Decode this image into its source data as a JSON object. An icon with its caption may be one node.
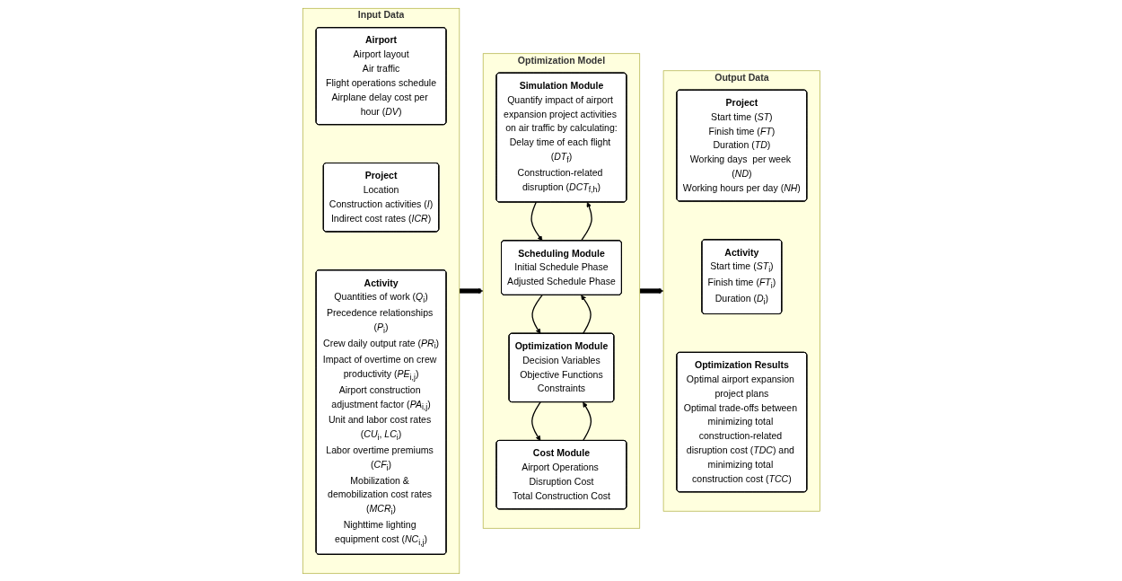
{
  "diagram": {
    "nodes": [
      {
        "text": [
          "Input Data"
        ]
      },
      {
        "text": [
          "Airport",
          "Airport layout",
          "Air traffic",
          "Flight operations schedule",
          "Airplane delay cost per hour (*DV*)"
        ],
        "in": 0
      },
      {
        "text": [
          "Project",
          "Location",
          "Construction activities (*I*)",
          "Indirect cost rates (*ICR*)"
        ],
        "in": 0
      },
      {
        "text": [
          "Activity",
          "Quantities of work (*Q*$_{i}$)",
          "Precedence relationships (*P*$_{i}$)",
          "Crew daily output rate (*PR*$_{i}$)",
          "Impact of overtime on crew productivity (*PE*$_{i,j}$)",
          "Airport construction adjustment factor (*PA*$_{i,j}$)",
          "Unit and labor cost rates (*CU*$_{i}$, *LC*$_{i}$)",
          "Labor overtime premiums (*CF*$_{i}$)",
          "Mobilization & demobilization cost rates (*MCR*$_{i}$)",
          "Nighttime lighting equipment cost (*NC*$_{i,j}$)"
        ],
        "in": 0
      },
      {
        "text": [
          "Optimization Model"
        ]
      },
      {
        "text": [
          "Simulation Module",
          "Quantify impact of airport expansion project activities on air traffic by calculating:",
          "Delay time of each flight (*DT*$_{f}$)",
          "Construction-related disruption (*DCT*$_{f,h}$)"
        ],
        "in": 4
      },
      {
        "text": [
          "Scheduling Module",
          "Initial Schedule Phase",
          "Adjusted Schedule Phase"
        ],
        "in": 4
      },
      {
        "text": [
          "Optimization Module",
          "Decision Variables",
          "Objective Functions",
          "Constraints"
        ],
        "in": 4
      },
      {
        "text": [
          "Cost Module",
          "Airport Operations Disruption Cost",
          "Total Construction Cost"
        ],
        "in": 4
      },
      {
        "text": [
          "Output Data"
        ]
      },
      {
        "text": [
          "Project",
          "Start time (*ST*)",
          "Finish time (*FT*)",
          "Duration (*TD*)",
          "Working days  per week (*ND*)",
          "Working hours per day (*NH*)"
        ],
        "in": 9
      },
      {
        "text": [
          "Activity",
          "Start time (*ST*$_{i}$)",
          "Finish time (*FT*$_{i}$)",
          "Duration (*D*$_{i}$)"
        ],
        "in": 9
      },
      {
        "text": [
          "Optimization Results",
          "Optimal airport expansion project plans",
          "Optimal trade-offs between minimizing total construction-related disruption cost (*TDC*) and minimizing total construction cost (*TCC*)"
        ],
        "in": 9
      }
    ],
    "edges": [
      {
        "from": 0,
        "to": 4,
        "arrow": "to",
        "style": "thick"
      },
      {
        "from": 4,
        "to": 9,
        "arrow": "to",
        "style": "thick"
      },
      {
        "from": 5,
        "to": 6,
        "arrow": "to"
      },
      {
        "from": 6,
        "to": 5,
        "arrow": "to"
      },
      {
        "from": 6,
        "to": 7,
        "arrow": "to"
      },
      {
        "from": 7,
        "to": 6,
        "arrow": "to"
      },
      {
        "from": 7,
        "to": 8,
        "arrow": "to"
      },
      {
        "from": 8,
        "to": 7,
        "arrow": "to"
      }
    ]
  }
}
